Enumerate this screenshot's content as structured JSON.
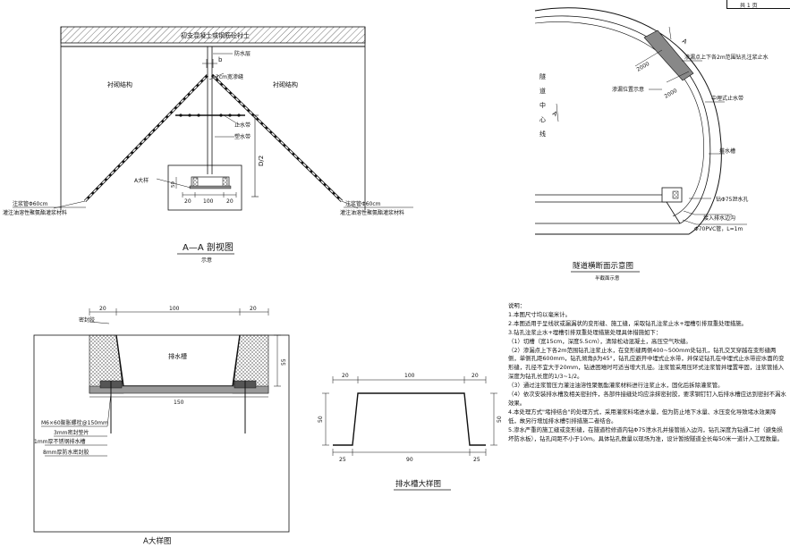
{
  "sheet": {
    "label": "共 1 页"
  },
  "section_aa": {
    "title": "A—A 剖视图",
    "subtitle": "示意",
    "top_layer": "初支混凝土或钢筋砼衬土",
    "left_label": "衬砌结构",
    "right_label": "衬砌结构",
    "b": "b",
    "waterproof_layer": "防水层",
    "gap_label": "2cm宽渗缝",
    "water_belt": "止水带",
    "sponge_belt": "塑水带",
    "half_depth": "D/2",
    "a_detail": "A大样",
    "dim_50": "50",
    "dim_20_left": "20",
    "dim_100": "100",
    "dim_20_right": "20",
    "left_pipe": "注浆管Φ60cm",
    "left_pipe_note": "灌注油溶性聚氨酯灌浆材料",
    "right_pipe": "注浆管Φ60cm",
    "right_pipe_note": "灌注油溶性聚氨酯灌浆材料"
  },
  "tunnel": {
    "title": "隧道横断面示意图",
    "subtitle": "半截面示意",
    "centerline": [
      "隧",
      "道",
      "中",
      "心",
      "线"
    ],
    "dim_a": "2000",
    "dim_b": "2000",
    "grout_label": "渗漏点上下各2m范围钻孔注浆止水",
    "grout_pos": "渗漏位置示意",
    "water_stop": "中埋式止水带",
    "drain_groove": "排水槽",
    "drill_hole": "钻Φ75泄水孔",
    "ditch": "接入排水边沟",
    "pvc": "Φ70PVC管，L=1m",
    "mark_a1": "A",
    "mark_a2": "A"
  },
  "detail_a": {
    "title": "A大样图",
    "dim_20a": "20",
    "dim_100": "100",
    "dim_20b": "20",
    "sealant": "密封胶",
    "drain": "排水槽",
    "dim_55": "55",
    "dim_150": "150",
    "bolt": "M6×60膨胀螺栓@150mm",
    "gasket3": "3mm密封垫片",
    "gasket1": "1mm厚不锈钢排水槽",
    "gasket8": "8mm厚防水密封胶"
  },
  "groove": {
    "title": "排水槽大样图",
    "dim_20a": "20",
    "dim_100": "100",
    "dim_20b": "20",
    "dim_50a": "50",
    "dim_50b": "50",
    "dim_25a": "25",
    "dim_90": "90",
    "dim_25b": "25"
  },
  "notes": {
    "title": "说明：",
    "items": [
      "1.本图尺寸均以毫米计。",
      "2.本图适用于呈线状或漏漏状的变形缝、施工缝，采取钻孔注浆止水+埋槽引排双重处理措施。",
      "3.钻孔注浆止水+埋槽引排双重处理措施处理具体措施如下：",
      "（1）切槽（宽15cm，深度5.5cm），清除松动混凝土，高压空气吹缝。",
      "（2）渗漏点上下各2m范围钻孔注浆止水，在变形缝两侧400~500mm处钻孔，钻孔交叉穿越在变形缝两侧，单侧孔距600mm，钻孔倾角β为45°，钻孔应避开中埋式止水带，并保证钻孔在中埋式止水带迎水面的变形缝，孔径不宜大于20mm，钻进困难时可适当增大孔径。注浆管采用压环式注浆管并埋置牢固，注浆管插入深度为钻孔长度的1/3~1/2。",
      "（3）通过注浆管压力灌注油溶性聚氨酯灌浆材料进行注浆止水，固化后拆除灌浆管。",
      "（4）依次安装排水槽及相关密封件，各部件接缝处均应涂抹密封胶，要求钢钉钉入后排水槽应达到密封不漏水效果。",
      "4.本处理方式\"堵排结合\"的处理方式，采用灌浆料堵进水量，但为防止地下水量、水压变化导致堵水效果降低，故另行增加排水槽引排措施二者结合。",
      "5.渗水严重的施工缝或变形缝，在隧道检修道内钻Φ75泄水孔并接管插入边沟，钻孔深度为钻通二衬（避免损坏防水板），钻孔间距不小于10m。具体钻孔数量以现场为准，设计暂按隧道全长每50米一道计入工程数量。"
    ]
  }
}
